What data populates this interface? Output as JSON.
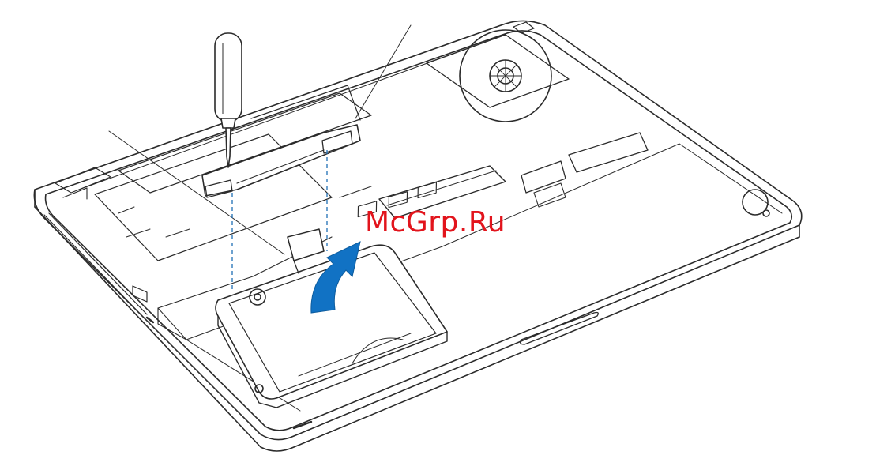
{
  "figure": {
    "watermark": "McGrp.Ru",
    "colors": {
      "line": "#2b2b2b",
      "guide": "#1f6fb5",
      "arrow": "#1172c4",
      "watermark": "#e2141c",
      "fill": "#ffffff"
    },
    "callouts": [
      {
        "target": "retaining-bracket"
      },
      {
        "target": "pull-tab"
      }
    ],
    "icons": [
      "screwdriver-icon",
      "lift-arrow-icon"
    ]
  }
}
